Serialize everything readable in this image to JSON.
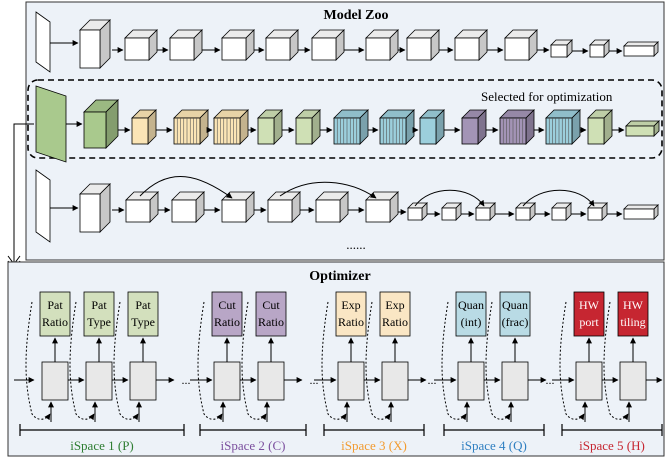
{
  "model_zoo": {
    "title": "Model Zoo",
    "selected_label": "Selected for optimization",
    "ellipsis": "......"
  },
  "optimizer": {
    "title": "Optimizer",
    "ellipsis": "...",
    "groups": [
      {
        "color": "#d3e0bd",
        "output_labels": [
          [
            "Pat",
            "Ratio"
          ],
          [
            "Pat",
            "Type"
          ],
          [
            "Pat",
            "Type"
          ]
        ]
      },
      {
        "color": "#b8a6c6",
        "output_labels": [
          [
            "Cut",
            "Ratio"
          ],
          [
            "Cut",
            "Ratio"
          ]
        ]
      },
      {
        "color": "#fae6c4",
        "output_labels": [
          [
            "Exp",
            "Ratio"
          ],
          [
            "Exp",
            "Ratio"
          ]
        ]
      },
      {
        "color": "#b9dbe5",
        "output_labels": [
          [
            "Quan",
            "(int)"
          ],
          [
            "Quan",
            "(frac)"
          ]
        ]
      },
      {
        "color": "#c62631",
        "output_labels": [
          [
            "HW",
            "port"
          ],
          [
            "HW",
            "tiling"
          ]
        ]
      }
    ],
    "ispaces": [
      {
        "label": "iSpace 1 (P)",
        "color": "#2e7d32"
      },
      {
        "label": "iSpace 2 (C)",
        "color": "#7b4f9e"
      },
      {
        "label": "iSpace 3 (X)",
        "color": "#f29b30"
      },
      {
        "label": "iSpace 4 (Q)",
        "color": "#2f7fc1"
      },
      {
        "label": "iSpace 5 (H)",
        "color": "#c62631"
      }
    ]
  },
  "colors": {
    "panel_bg": "#edf2f8",
    "selected_first_layer": "#a9c98d",
    "yellow": "#fbe5b6",
    "purple": "#a394b6",
    "blue": "#9ccfdc",
    "green": "#cfe0b5",
    "cell_fill": "#e8e8e8",
    "hw_text": "#ffffff"
  }
}
